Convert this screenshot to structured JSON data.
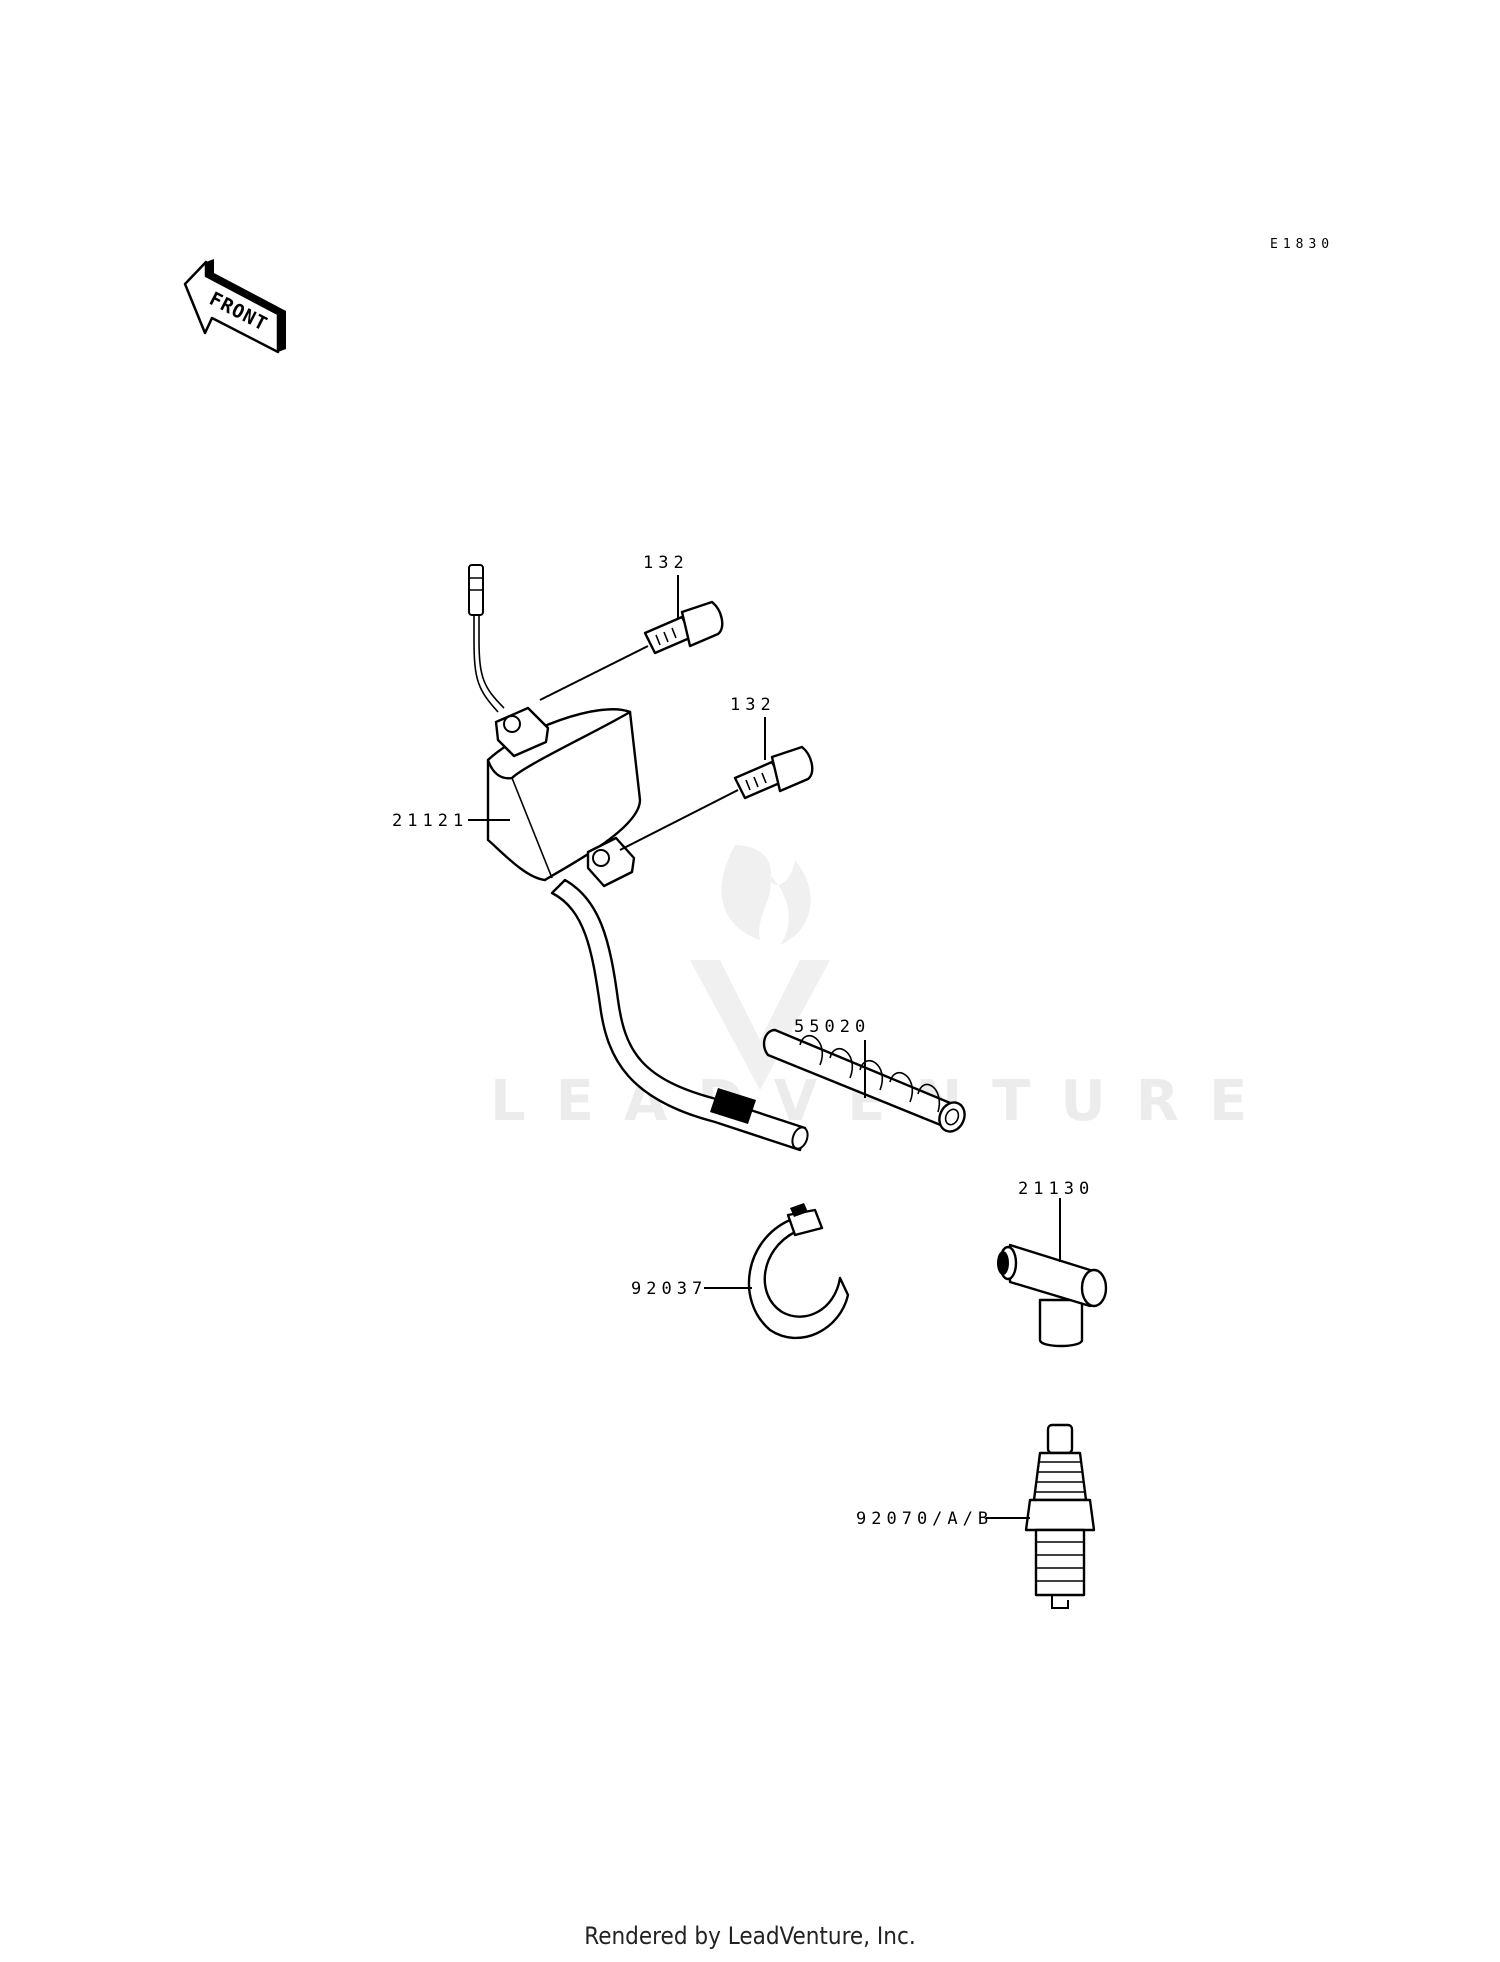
{
  "diagram": {
    "code": "E1830",
    "front_label": "FRONT",
    "parts": [
      {
        "id": "bolt-upper",
        "number": "132"
      },
      {
        "id": "bolt-lower",
        "number": "132"
      },
      {
        "id": "ignition-coil",
        "number": "21121"
      },
      {
        "id": "sleeve",
        "number": "55020"
      },
      {
        "id": "plug-cap",
        "number": "21130"
      },
      {
        "id": "band",
        "number": "92037"
      },
      {
        "id": "spark-plug",
        "number": "92070/A/B"
      }
    ]
  },
  "watermark": "LEADVENTURE",
  "footer": "Rendered by LeadVenture, Inc."
}
